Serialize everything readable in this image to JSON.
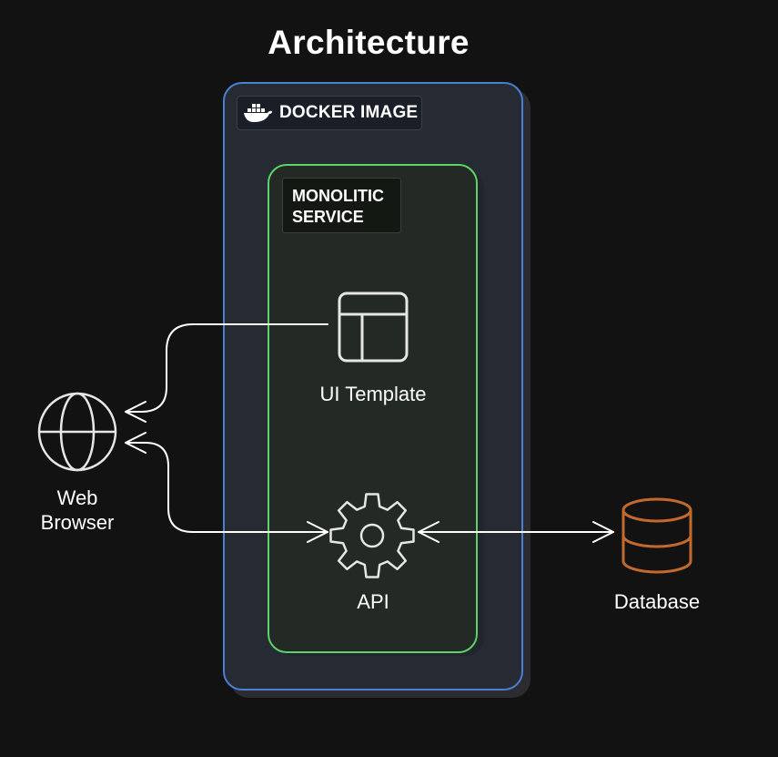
{
  "title": "Architecture",
  "containers": {
    "docker_image": {
      "label": "DOCKER IMAGE",
      "icon": "docker-whale-icon",
      "border_color": "#4a7fd4"
    },
    "monolithic_service": {
      "label_line1": "MONOLITIC",
      "label_line2": "SERVICE",
      "border_color": "#5bd26a"
    }
  },
  "nodes": {
    "ui_template": {
      "label": "UI Template",
      "icon": "layout-template-icon"
    },
    "api": {
      "label": "API",
      "icon": "gear-icon"
    },
    "web_browser": {
      "label_line1": "Web",
      "label_line2": "Browser",
      "icon": "globe-icon"
    },
    "database": {
      "label": "Database",
      "icon": "database-icon",
      "color": "#c26a2e"
    }
  },
  "edges": [
    {
      "from": "ui_template",
      "to": "web_browser",
      "direction": "one-way"
    },
    {
      "from": "web_browser",
      "to": "api",
      "direction": "two-way"
    },
    {
      "from": "api",
      "to": "database",
      "direction": "two-way"
    }
  ]
}
